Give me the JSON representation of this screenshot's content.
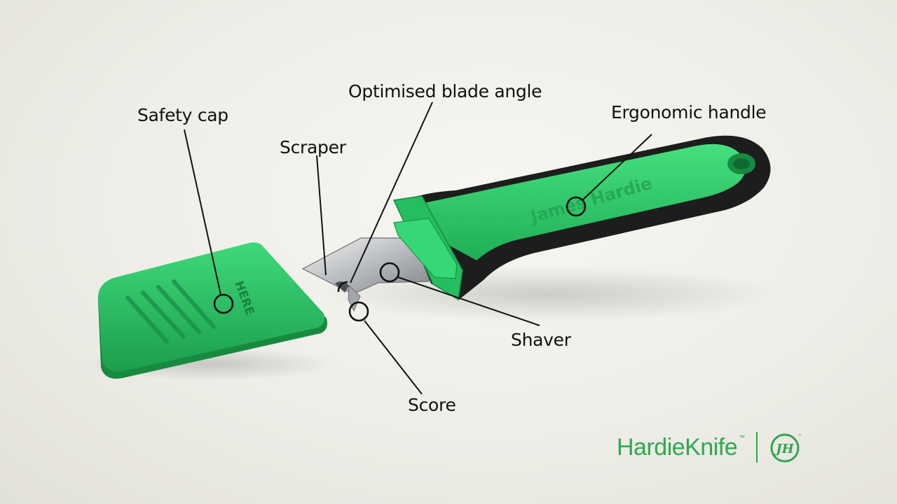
{
  "labels": {
    "safety_cap": "Safety cap",
    "scraper": "Scraper",
    "blade_angle": "Optimised blade angle",
    "handle": "Ergonomic handle",
    "shaver": "Shaver",
    "score": "Score"
  },
  "cap_text": "HERE",
  "handle_text": "James Hardie",
  "logo": {
    "name": "HardieKnife",
    "tm": "™",
    "monogram": "JH"
  },
  "colors": {
    "brand_green": "#2fa84f",
    "knife_green": "#2ecc71",
    "handle_black": "#1c1c1c"
  }
}
